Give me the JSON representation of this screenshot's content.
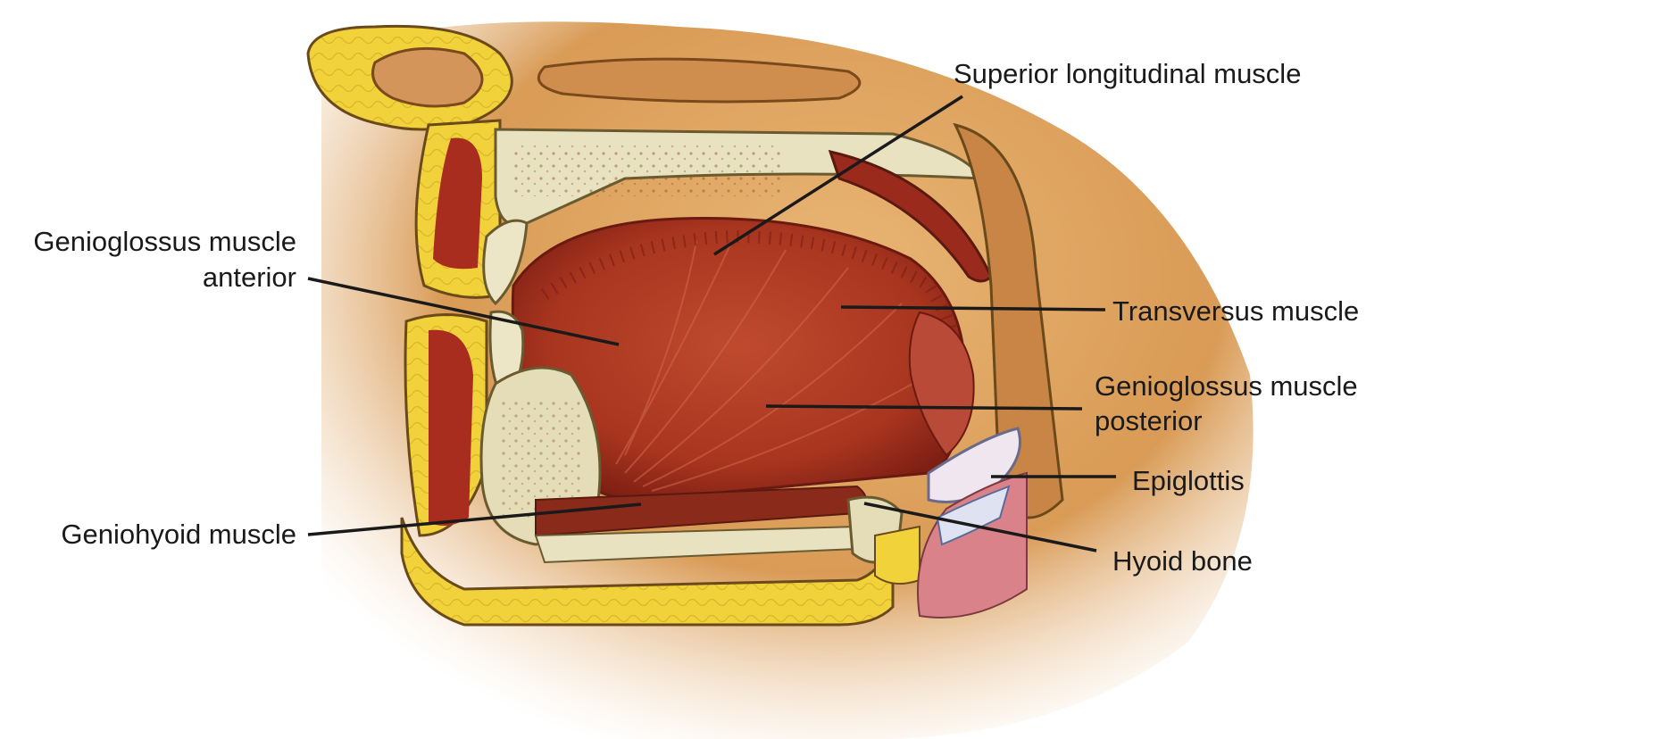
{
  "diagram": {
    "labels": {
      "superior_longitudinal": "Superior longitudinal muscle",
      "genioglossus_anterior_line1": "Genioglossus muscle",
      "genioglossus_anterior_line2": "anterior",
      "transversus": "Transversus muscle",
      "genioglossus_posterior_line1": "Genioglossus muscle",
      "genioglossus_posterior_line2": "posterior",
      "epiglottis": "Epiglottis",
      "geniohyoid": "Geniohyoid muscle",
      "hyoid": "Hyoid bone"
    },
    "colors": {
      "skin_background": "#d9a25f",
      "fat_yellow": "#f2d23a",
      "muscle_dark": "#8e2417",
      "muscle_mid": "#b0402a",
      "bone": "#e9e4c2",
      "leader_line": "#1a1a1a"
    }
  }
}
